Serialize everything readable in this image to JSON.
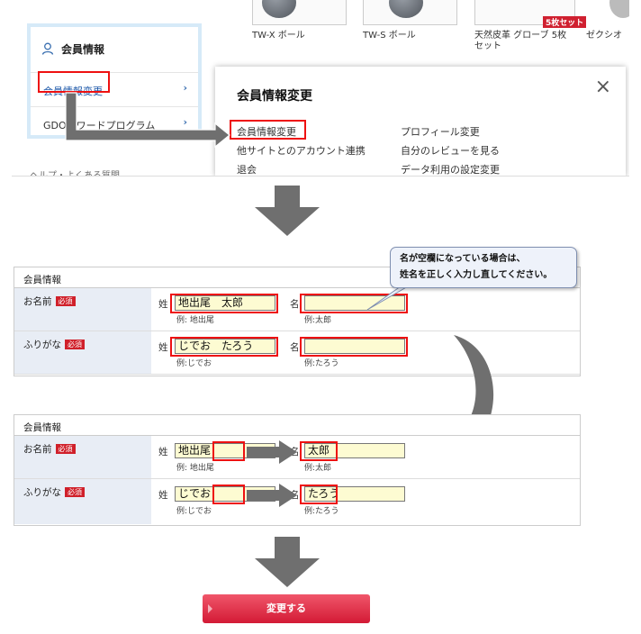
{
  "products": [
    {
      "name": "TW-X ボール"
    },
    {
      "name": "TW-S ボール"
    },
    {
      "name": "天然皮革 グローブ 5枚セット",
      "badge": "5枚セット"
    },
    {
      "name": "ゼクシオ"
    }
  ],
  "sidebar": {
    "title": "会員情報",
    "items": [
      {
        "label": "会員情報変更",
        "chevron": "›"
      },
      {
        "label": "GDOリワードプログラム",
        "chevron": "›"
      }
    ],
    "help": "ヘルプ・よくある質問"
  },
  "modal": {
    "title": "会員情報変更",
    "close": "×",
    "links_left": [
      "会員情報変更",
      "他サイトとのアカウント連携",
      "退会"
    ],
    "links_right": [
      "プロフィール変更",
      "自分のレビューを見る",
      "データ利用の設定変更"
    ]
  },
  "callout": {
    "line1": "名が空欄になっている場合は、",
    "line2": "姓名を正しく入力し直してください。"
  },
  "form_before": {
    "header": "会員情報",
    "required": "必須",
    "name_row": {
      "label": "お名前",
      "sei_label": "姓",
      "mei_label": "名",
      "sei_value": "地出尾　太郎",
      "mei_value": "",
      "sei_example": "例: 地出尾",
      "mei_example": "例:太郎"
    },
    "kana_row": {
      "label": "ふりがな",
      "sei_label": "姓",
      "mei_label": "名",
      "sei_value": "じでお　たろう",
      "mei_value": "",
      "sei_example": "例:じでお",
      "mei_example": "例:たろう"
    }
  },
  "form_after": {
    "header": "会員情報",
    "required": "必須",
    "name_row": {
      "label": "お名前",
      "sei_label": "姓",
      "mei_label": "名",
      "sei_value": "地出尾",
      "mei_value": "太郎",
      "sei_example": "例: 地出尾",
      "mei_example": "例:太郎"
    },
    "kana_row": {
      "label": "ふりがな",
      "sei_label": "姓",
      "mei_label": "名",
      "sei_value": "じでお",
      "mei_value": "たろう",
      "sei_example": "例:じでお",
      "mei_example": "例:たろう"
    }
  },
  "submit": {
    "label": "変更する"
  },
  "colors": {
    "highlight": "#e11111",
    "arrow": "#6f6f6f",
    "input_bg": "#fdfbd2",
    "submit": "#d31a35",
    "sidebar_border": "#d6eaf8"
  }
}
